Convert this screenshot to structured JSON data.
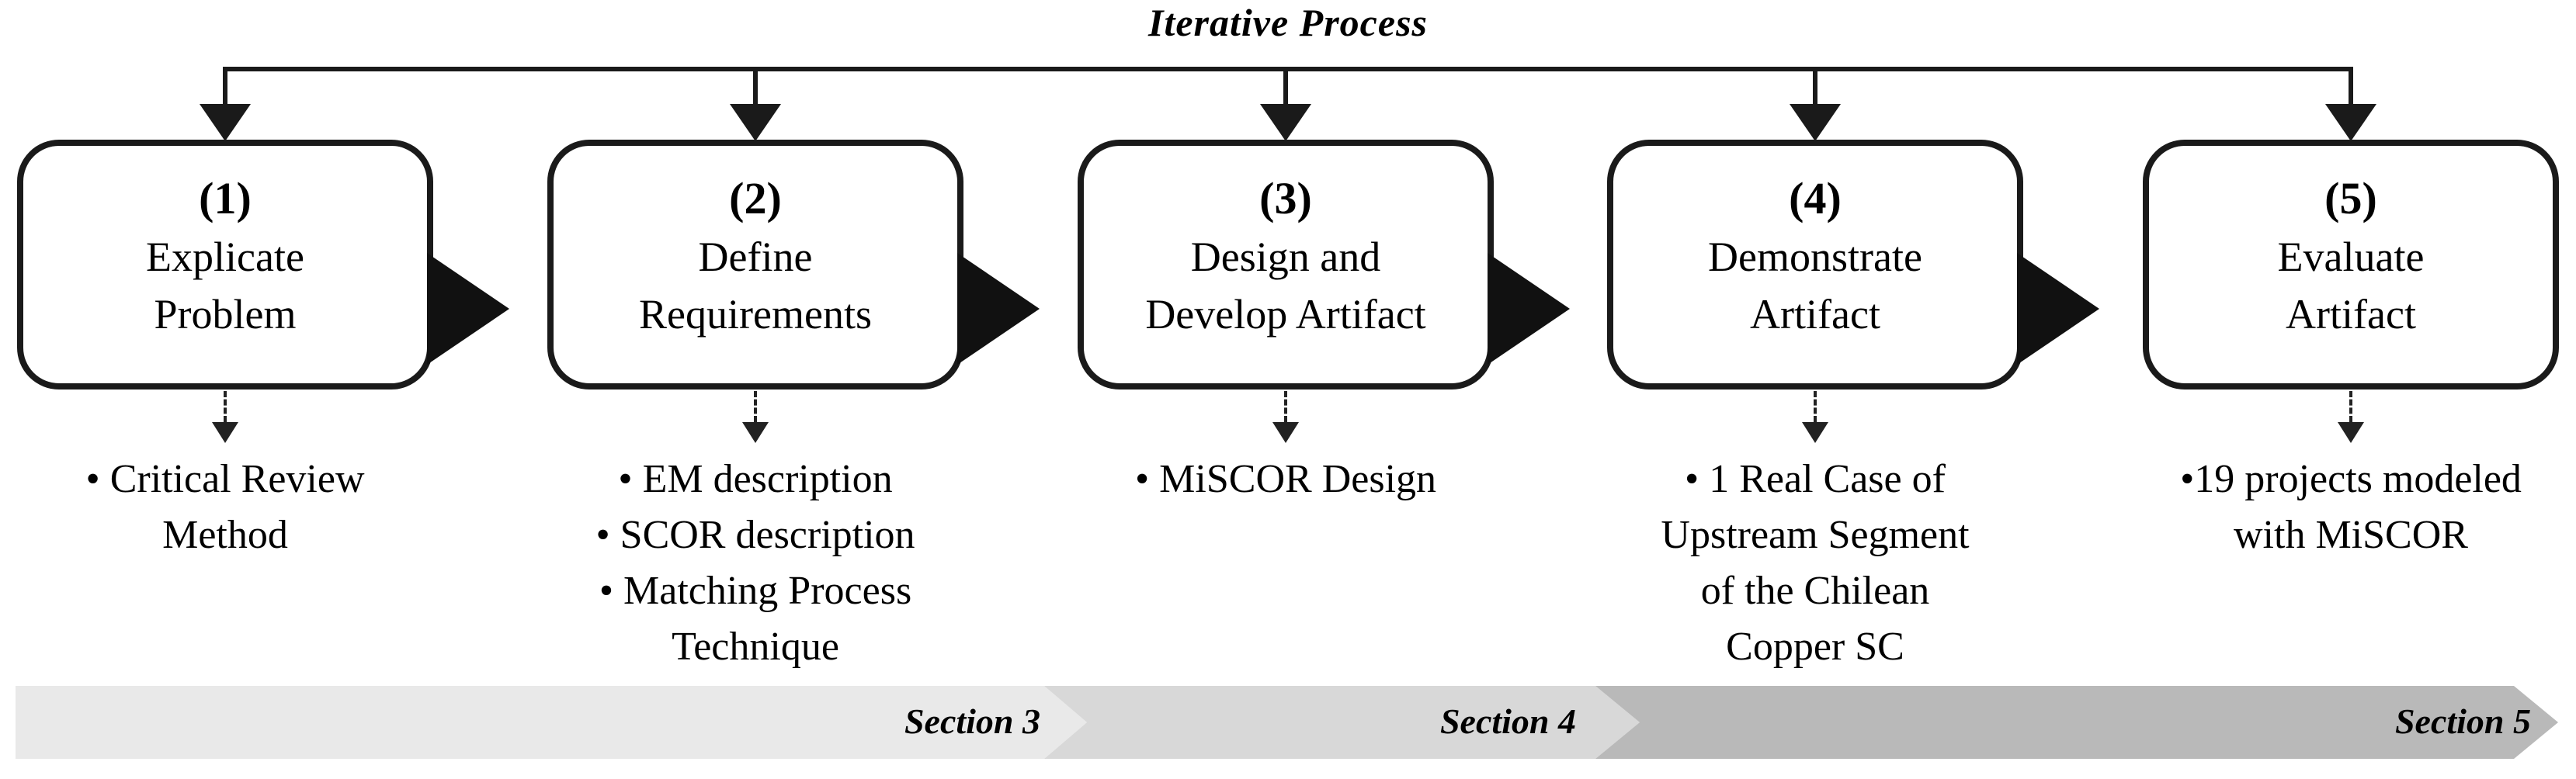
{
  "title": "Iterative Process",
  "stages": [
    {
      "number": "(1)",
      "label": "Explicate\nProblem",
      "output": "• Critical Review\nMethod"
    },
    {
      "number": "(2)",
      "label": "Define\nRequirements",
      "output": "• EM description\n• SCOR description\n• Matching Process\nTechnique"
    },
    {
      "number": "(3)",
      "label": "Design and\nDevelop Artifact",
      "output": "• MiSCOR Design"
    },
    {
      "number": "(4)",
      "label": "Demonstrate\nArtifact",
      "output": "• 1 Real Case of\nUpstream Segment\nof the Chilean\nCopper SC"
    },
    {
      "number": "(5)",
      "label": "Evaluate\nArtifact",
      "output": "•19 projects modeled\nwith MiSCOR"
    }
  ],
  "sections": [
    {
      "label": "Section 3",
      "color": "#e9e9e9"
    },
    {
      "label": "Section 4",
      "color": "#d8d8d8"
    },
    {
      "label": "Section 5",
      "color": "#b9b9b9"
    }
  ],
  "colors": {
    "line": "#1a1a1a",
    "text": "#000000"
  }
}
